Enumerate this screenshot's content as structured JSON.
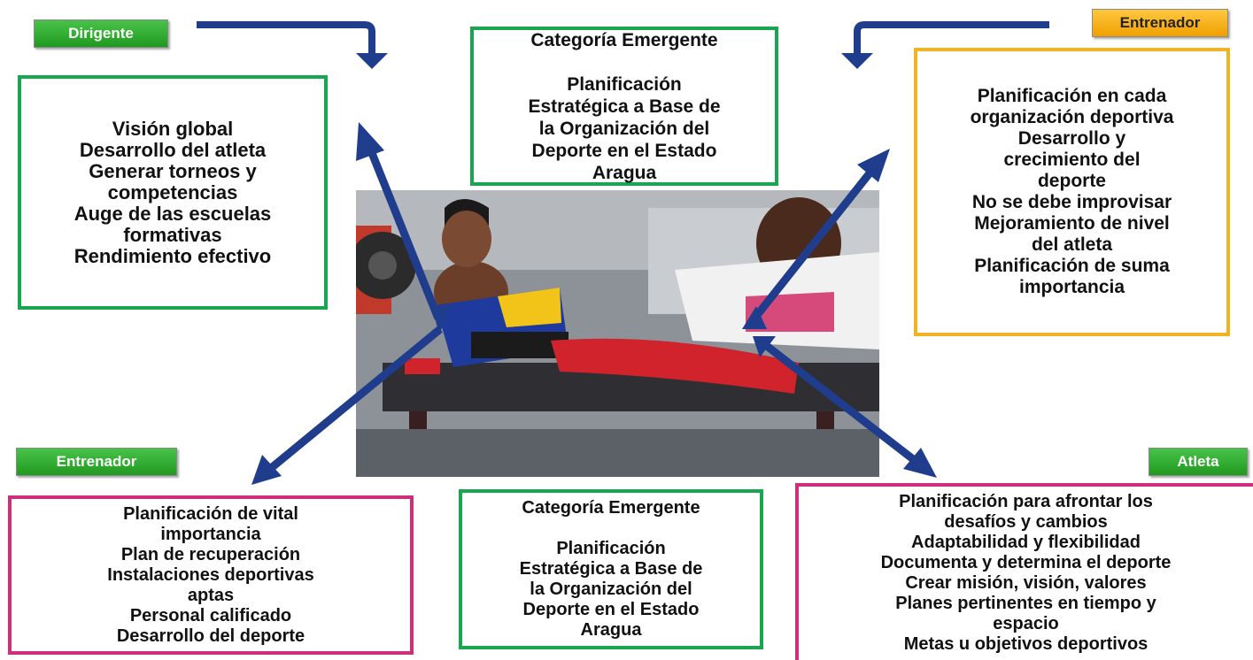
{
  "labels": {
    "dirigente": "Dirigente",
    "entrenador_top": "Entrenador",
    "entrenador_bottom": "Entrenador",
    "atleta": "Atleta"
  },
  "top_center": [
    "Categoría Emergente",
    "",
    "Planificación",
    "Estratégica a Base de",
    "la Organización del",
    "Deporte en el Estado",
    "Aragua"
  ],
  "left_box": [
    "Visión global",
    "Desarrollo del  atleta",
    "Generar torneos y",
    "competencias",
    "Auge de las escuelas",
    "formativas",
    "Rendimiento efectivo"
  ],
  "right_box": [
    "Planificación en cada",
    "organización deportiva",
    "Desarrollo y",
    "crecimiento del",
    "deporte",
    "No se debe improvisar",
    "Mejoramiento de nivel",
    "del atleta",
    "Planificación de suma",
    "importancia"
  ],
  "bottom_left": [
    "Planificación de vital",
    "importancia",
    "Plan de recuperación",
    "Instalaciones deportivas",
    "aptas",
    "Personal calificado",
    "Desarrollo del deporte"
  ],
  "bottom_center": [
    "Categoría Emergente",
    "",
    "Planificación",
    "Estratégica a Base de",
    "la Organización del",
    "Deporte en el Estado",
    "Aragua"
  ],
  "bottom_right": [
    "Planificación  para afrontar los",
    "desafíos y cambios",
    "Adaptabilidad y flexibilidad",
    "Documenta y determina el deporte",
    "Crear misión, visión, valores",
    "Planes pertinentes en tiempo y",
    "espacio",
    "Metas u objetivos deportivos"
  ],
  "colors": {
    "green": "#1aa551",
    "gold": "#f0b323",
    "pink": "#cf2e7b",
    "arrow": "#1f3d8c"
  }
}
